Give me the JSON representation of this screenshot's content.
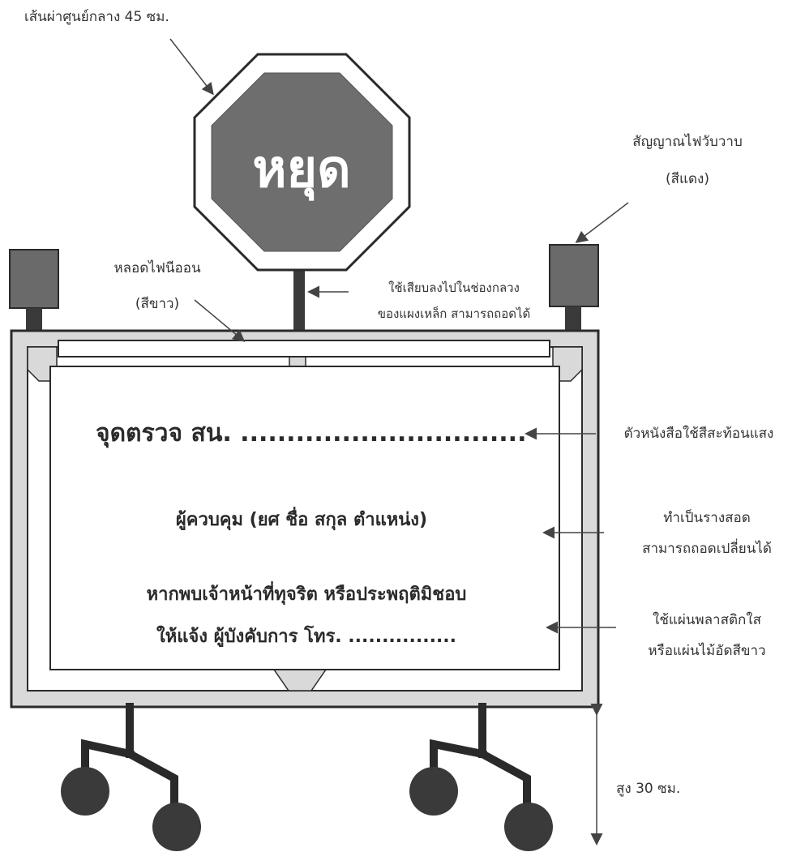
{
  "stop_sign": {
    "text": "หยุด"
  },
  "board": {
    "line1": "จุดตรวจ สน. ...............................",
    "line2": "ผู้ควบคุม (ยศ ชื่อ สกุล ตำแหน่ง)",
    "line3": "หากพบเจ้าหน้าที่ทุจริต หรือประพฤติมิชอบ",
    "line4": "ให้แจ้ง ผู้บังคับการ โทร. ................"
  },
  "annotations": {
    "stop_diameter": "เส้นผ่าศูนย์กลาง 45 ซม.",
    "flashing_light_1": "สัญญาณไฟวับวาบ",
    "flashing_light_2": "(สีแดง)",
    "neon_1": "หลอดไฟนีออน",
    "neon_2": "(สีขาว)",
    "pole_1": "ใช้เสียบลงไปในช่องกลวง",
    "pole_2": "ของแผงเหล็ก สามารถถอดได้",
    "reflective": "ตัวหนังสือใช้สีสะท้อนแสง",
    "slot_1": "ทำเป็นรางสอด",
    "slot_2": "สามารถถอดเปลี่ยนได้",
    "plastic_1": "ใช้แผ่นพลาสติกใส",
    "plastic_2": "หรือแผ่นไม้อัดสีขาว",
    "height": "สูง 30 ซม."
  },
  "colors": {
    "stop_fill": "#6e6e6e",
    "lamp_fill": "#6a6a6a",
    "frame_fill": "#d9d9d9",
    "stroke": "#2a2a2a"
  }
}
